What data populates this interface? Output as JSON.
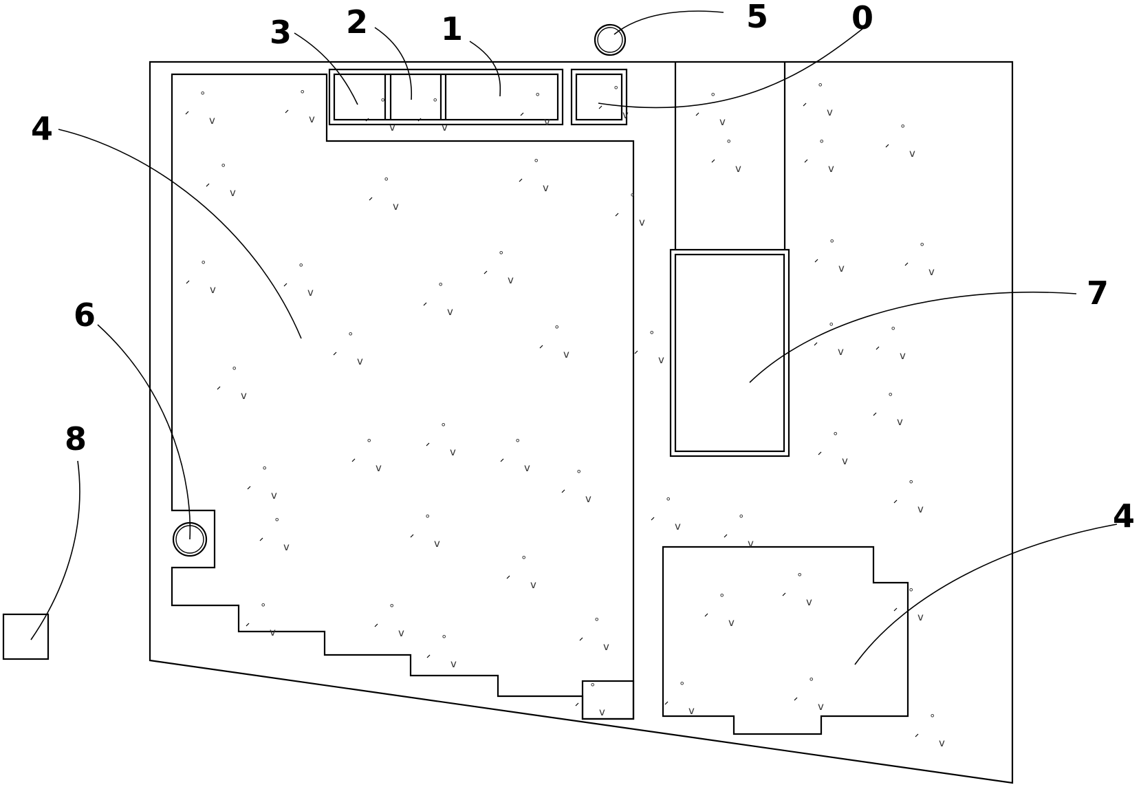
{
  "figure": {
    "labels": {
      "l0": "0",
      "l1": "1",
      "l2": "2",
      "l3": "3",
      "l4a": "4",
      "l4b": "4",
      "l5": "5",
      "l6": "6",
      "l7": "7",
      "l8": "8"
    },
    "plant_symbol": "ቃ",
    "colors": {
      "line": "#000000",
      "background": "#ffffff"
    }
  }
}
